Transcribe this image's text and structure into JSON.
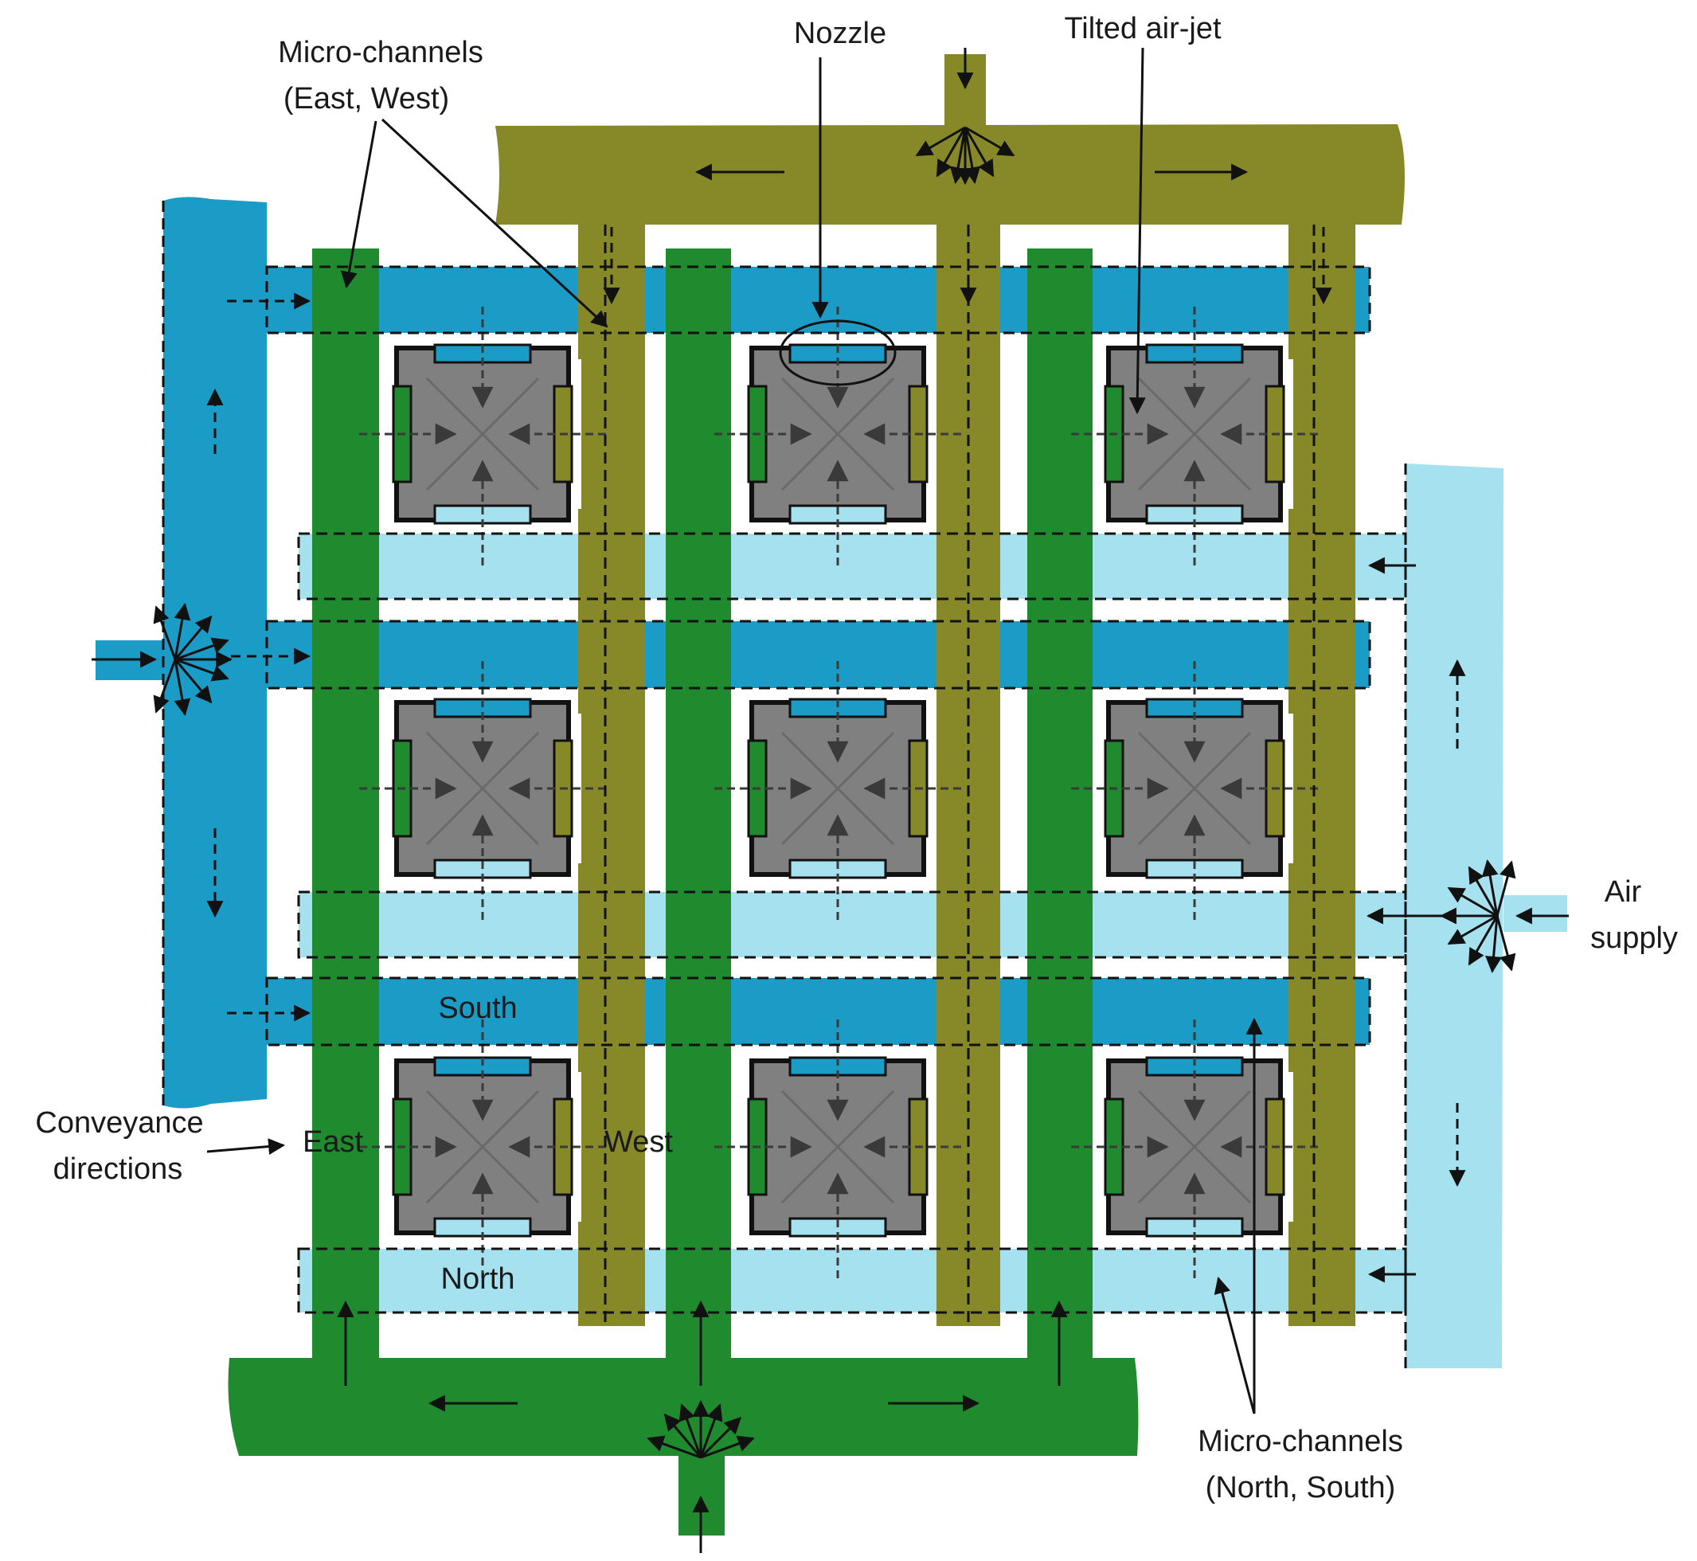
{
  "labels": {
    "micro_ew_line1": "Micro-channels",
    "micro_ew_line2": "(East, West)",
    "nozzle": "Nozzle",
    "tilted_air_jet": "Tilted air-jet",
    "air_supply_line1": "Air",
    "air_supply_line2": "supply",
    "conveyance_line1": "Conveyance",
    "conveyance_line2": "directions",
    "east": "East",
    "west": "West",
    "south": "South",
    "north": "North",
    "micro_ns_line1": "Micro-channels",
    "micro_ns_line2": "(North, South)"
  },
  "colors": {
    "south_channel": "#1b9cc7",
    "north_channel": "#a6e1ef",
    "east_channel": "#1f8a2e",
    "west_channel": "#878928",
    "nozzle_body": "#808080",
    "outline": "#111111"
  },
  "grid": {
    "rows": 3,
    "cols": 3
  }
}
